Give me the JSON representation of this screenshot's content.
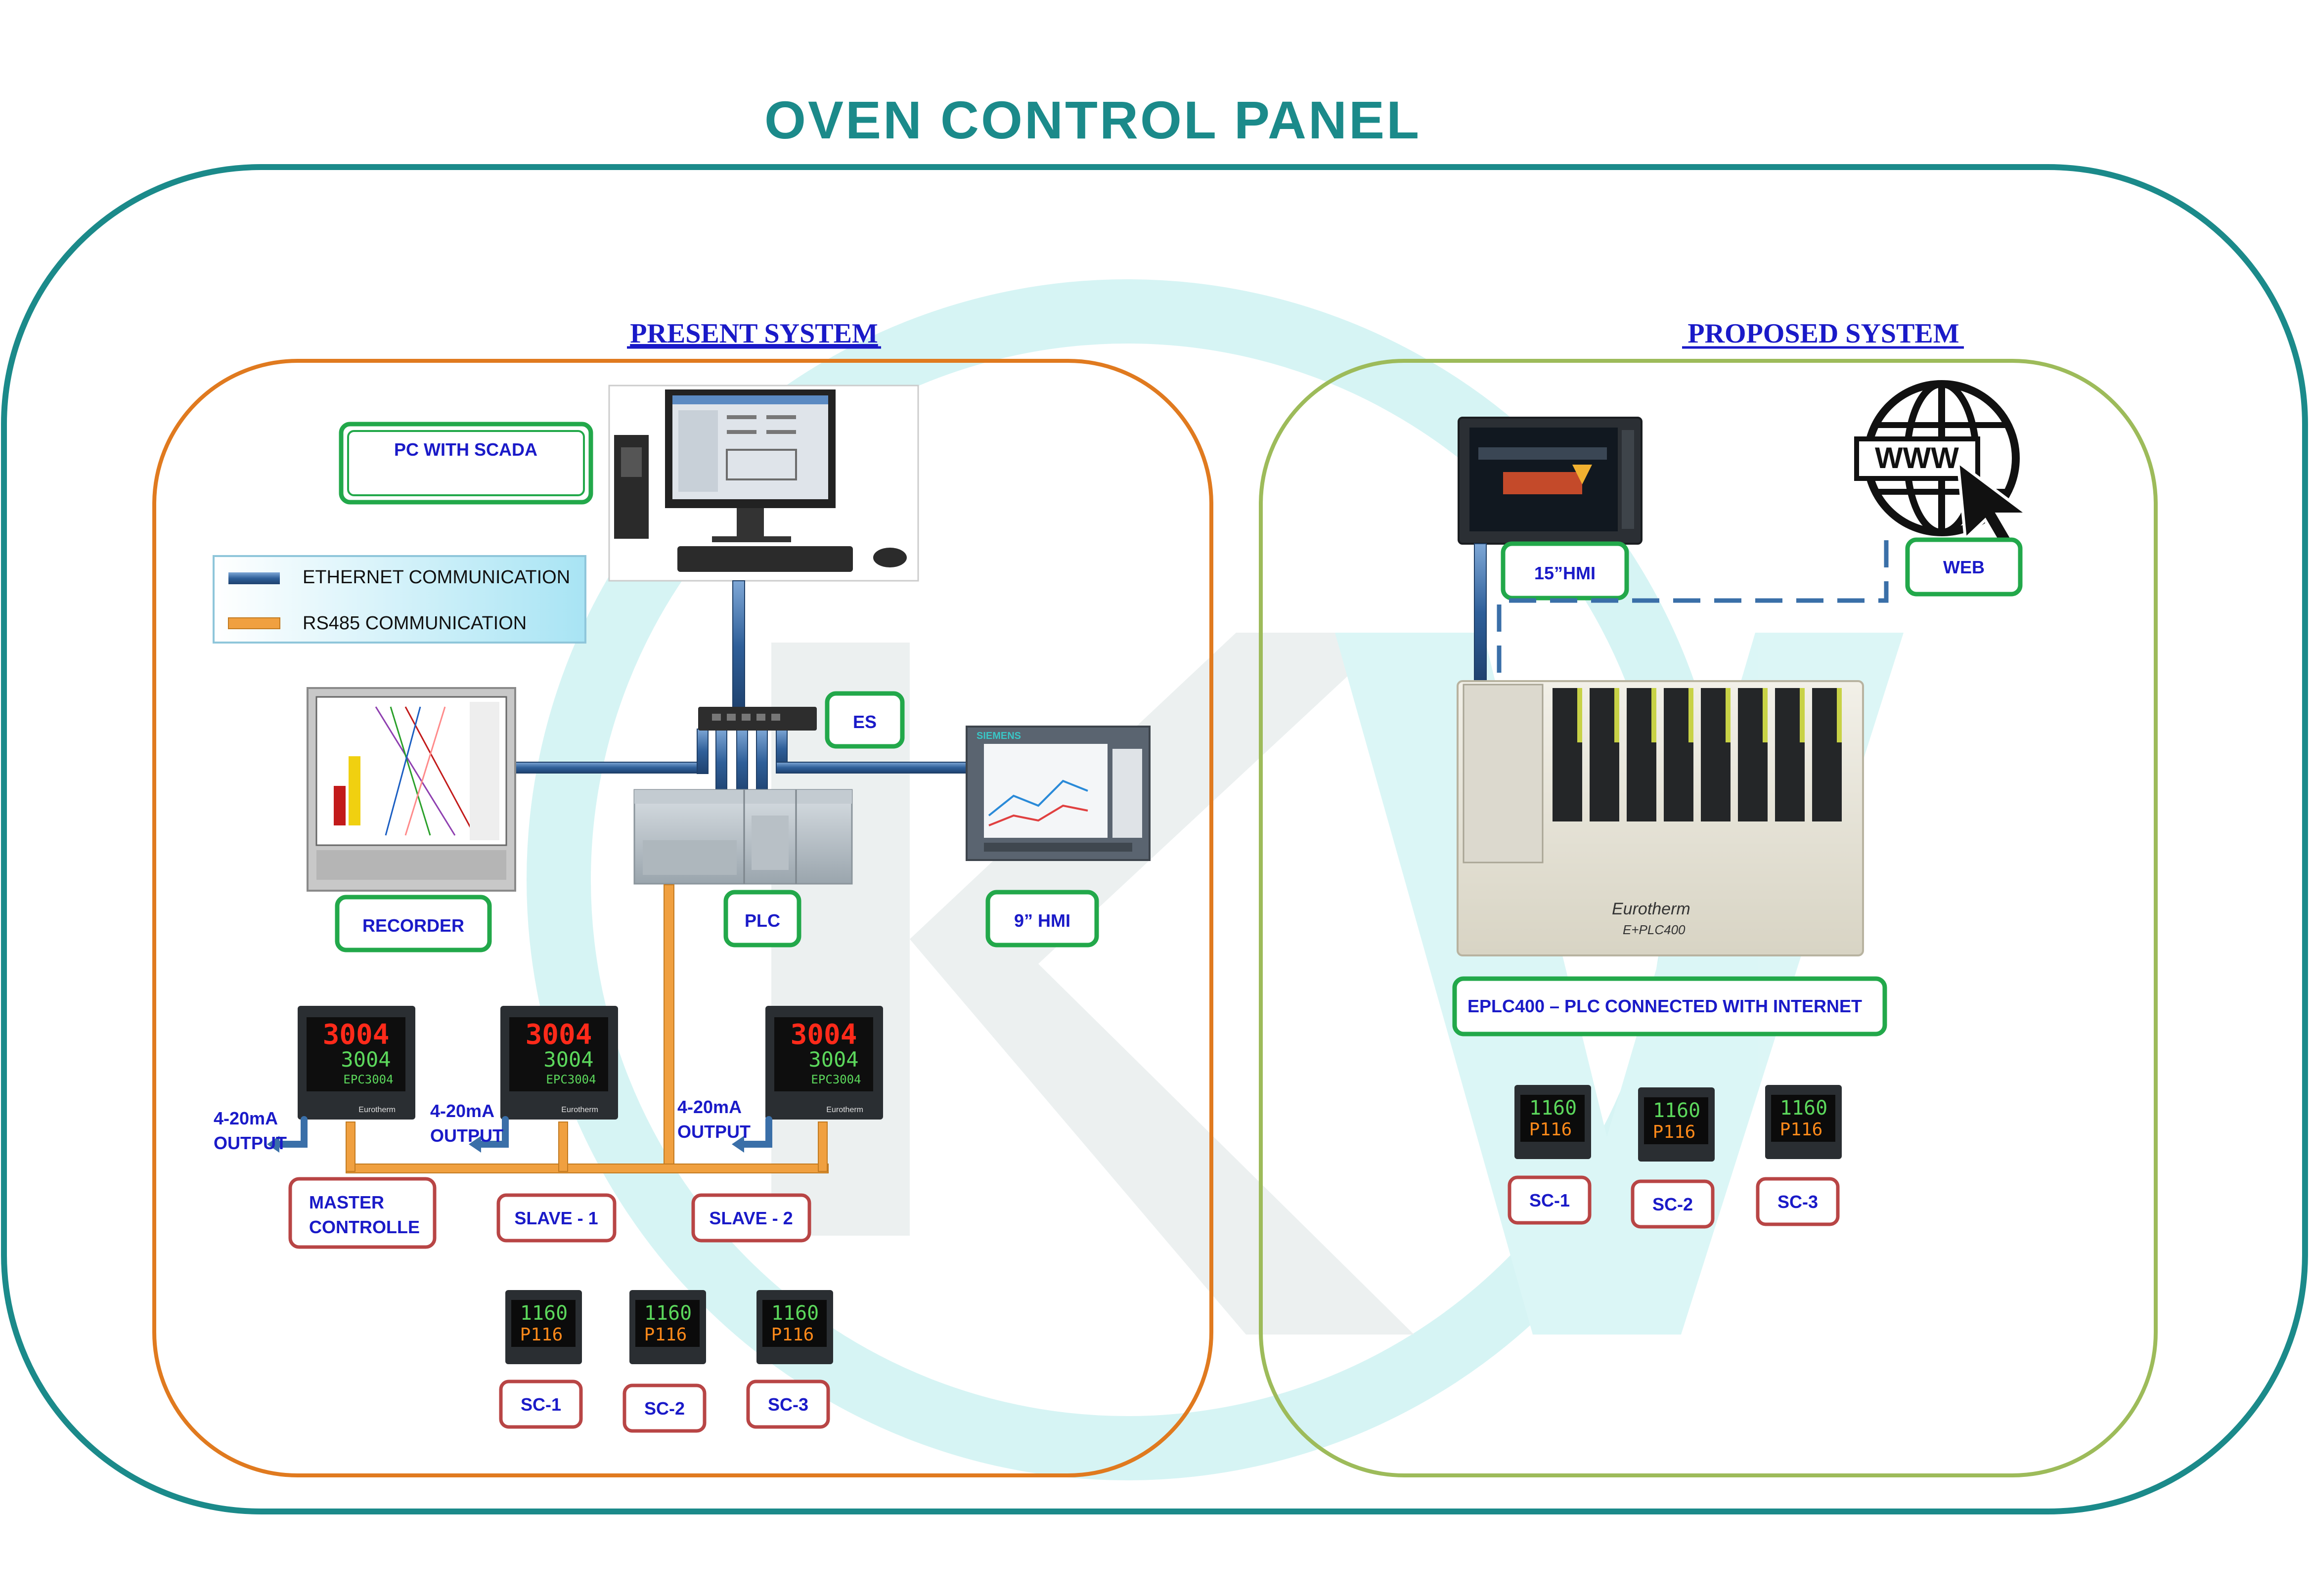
{
  "title": "OVEN CONTROL PANEL",
  "present": {
    "heading": "PRESENT SYSTEM",
    "pc_label": "PC WITH SCADA",
    "es_label": "ES",
    "recorder_label": "RECORDER",
    "plc_label": "PLC",
    "hmi9_label": "9” HMI",
    "master_line1": "MASTER",
    "master_line2": "CONTROLLE",
    "slave1_label": "SLAVE - 1",
    "slave2_label": "SLAVE - 2",
    "output_top": "4-20mA",
    "output_bottom": "OUTPUT",
    "sc1": "SC-1",
    "sc2": "SC-2",
    "sc3": "SC-3",
    "controller_display_top": "3004",
    "controller_display_bottom": "3004",
    "controller_model": "EPC3004",
    "controller_brand": "Eurotherm",
    "small_display_top": "1160",
    "small_display_bottom": "P116"
  },
  "legend": {
    "ethernet": "ETHERNET COMMUNICATION",
    "rs485": "RS485 COMMUNICATION"
  },
  "proposed": {
    "heading": "PROPOSED SYSTEM",
    "hmi15_label": "15”HMI",
    "web_label": "WEB",
    "www_text": "WWW",
    "eplc_label": "EPLC400 – PLC CONNECTED WITH INTERNET",
    "eplc_brand": "Eurotherm",
    "eplc_model": "E+PLC400",
    "sc1": "SC-1",
    "sc2": "SC-2",
    "sc3": "SC-3"
  },
  "hmi9_brand": "SIEMENS",
  "colors": {
    "title": "#1b8a8a",
    "outer_border": "#1b8a8a",
    "present_border": "#e07a1f",
    "proposed_border": "#9dbb5a",
    "green_box": "#22a84a",
    "red_box": "#b84545",
    "ethernet": "#3a6fa8",
    "rs485": "#f0a040",
    "label_text": "#1a1ac8",
    "heading_link": "#1a1ac8"
  }
}
